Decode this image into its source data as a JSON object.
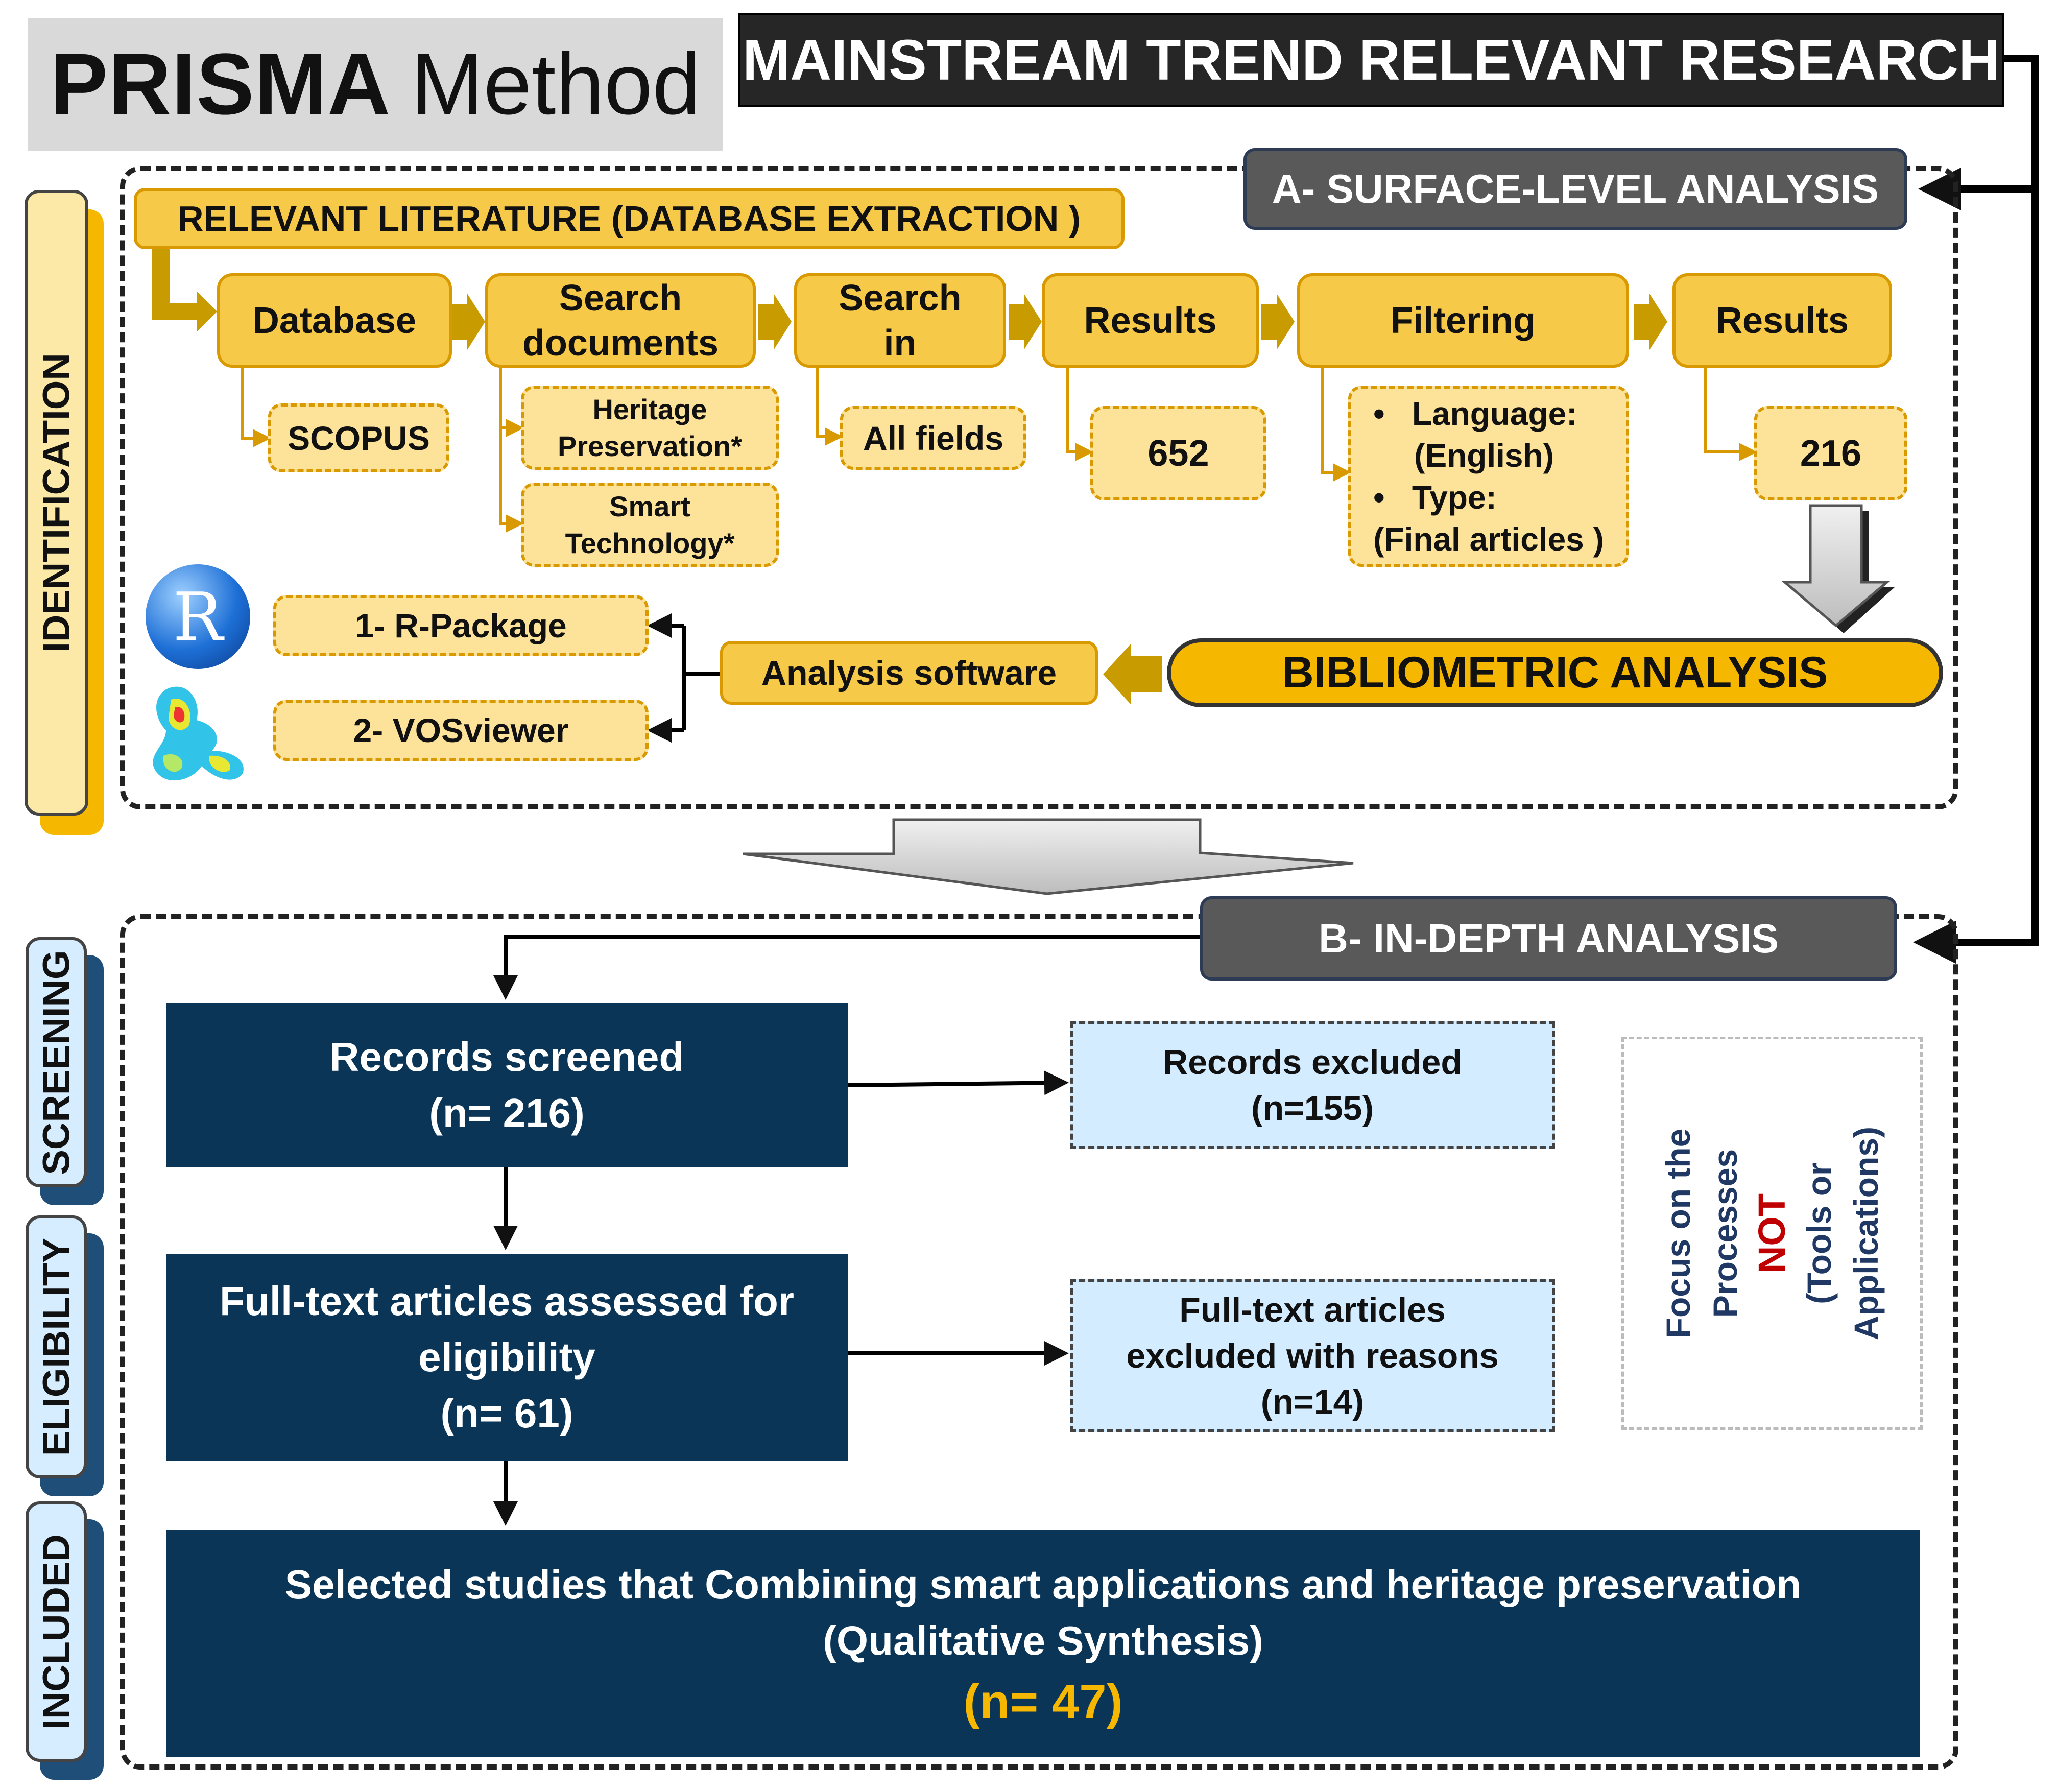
{
  "header": {
    "title_bold": "PRISMA",
    "title_rest": "Method",
    "banner": "MAINSTREAM TREND RELEVANT RESEARCH"
  },
  "sections": {
    "a": "A- SURFACE-LEVEL ANALYSIS",
    "b": "B- IN-DEPTH ANALYSIS"
  },
  "stages": {
    "identification": "IDENTIFICATION",
    "screening": "SCREENING",
    "eligibility": "ELIGIBILITY",
    "included": "INCLUDED"
  },
  "surface": {
    "relevant_literature": "RELEVANT LITERATURE  (DATABASE EXTRACTION )",
    "steps": {
      "database": "Database",
      "search_documents_1": "Search",
      "search_documents_2": "documents",
      "search_in_1": "Search",
      "search_in_2": "in",
      "results1": "Results",
      "filtering": "Filtering",
      "results2": "Results"
    },
    "details": {
      "scopus": "SCOPUS",
      "heritage_1": "Heritage",
      "heritage_2": "Preservation*",
      "smart_1": "Smart",
      "smart_2": "Technology*",
      "all_fields": "All fields",
      "results1_value": "652",
      "filter_1": "Language:",
      "filter_2": "(English)",
      "filter_3": "Type:",
      "filter_4": "(Final articles )",
      "results2_value": "216"
    },
    "bibliometric": "BIBLIOMETRIC ANALYSIS",
    "software": "Analysis software",
    "tool1": "1- R-Package",
    "tool2": "2- VOSviewer",
    "r_logo_letter": "R"
  },
  "indepth": {
    "screened_1": "Records screened",
    "screened_2": "(n= 216)",
    "excluded1_1": "Records excluded",
    "excluded1_2": "(n=155)",
    "fulltext_1": "Full-text articles assessed for",
    "fulltext_2": "eligibility",
    "fulltext_3": "(n= 61)",
    "excluded2_1": "Full-text articles",
    "excluded2_2": "excluded with reasons",
    "excluded2_3": "(n=14)",
    "focus_1": "Focus on the",
    "focus_2": "Processes",
    "focus_not": "NOT",
    "focus_3": "(Tools or",
    "focus_4": "Applications)",
    "included_1": "Selected studies that Combining smart applications and heritage preservation",
    "included_2": "(Qualitative Synthesis)",
    "included_3": "(n= 47)"
  },
  "colors": {
    "yellow": "#f7c948",
    "gold_arrow": "#c89b00",
    "navy": "#0b3556",
    "light_blue": "#d3ecff",
    "gray_header": "#595959",
    "banner": "#262626",
    "not_red": "#c00000"
  }
}
